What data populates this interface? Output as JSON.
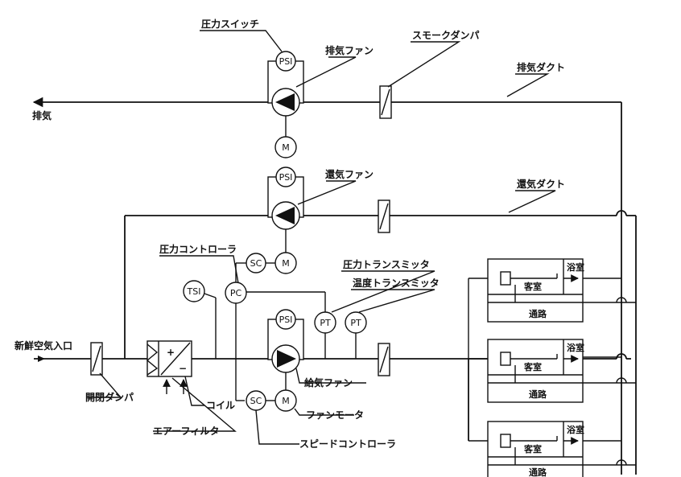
{
  "labels": {
    "pressure_switch": "圧力スイッチ",
    "exhaust_fan": "排気ファン",
    "smoke_damper": "スモークダンパ",
    "exhaust_duct": "排気ダクト",
    "exhaust": "排気",
    "return_fan": "還気ファン",
    "return_duct": "還気ダクト",
    "pressure_controller": "圧力コントローラ",
    "pressure_transmitter": "圧力トランスミッタ",
    "temperature_transmitter": "温度トランスミッタ",
    "fresh_air_inlet": "新鮮空気入口",
    "supply_fan": "給気ファン",
    "coil": "コイル",
    "fan_motor": "ファンモータ",
    "open_close_damper": "開閉ダンパ",
    "air_filter": "エアーフィルタ",
    "speed_controller": "スピードコントローラ"
  },
  "symbols": {
    "psi": "PSI",
    "motor": "M",
    "sc": "SC",
    "pc": "PC",
    "tsi": "TSI",
    "pt": "PT"
  },
  "rooms": [
    {
      "bath": "浴室",
      "guest": "客室",
      "corridor": "通路"
    },
    {
      "bath": "浴室",
      "guest": "客室",
      "corridor": "通路"
    },
    {
      "bath": "浴室",
      "guest": "客室",
      "corridor": "通路"
    }
  ],
  "filter_signs": {
    "plus": "+",
    "minus": "−"
  }
}
